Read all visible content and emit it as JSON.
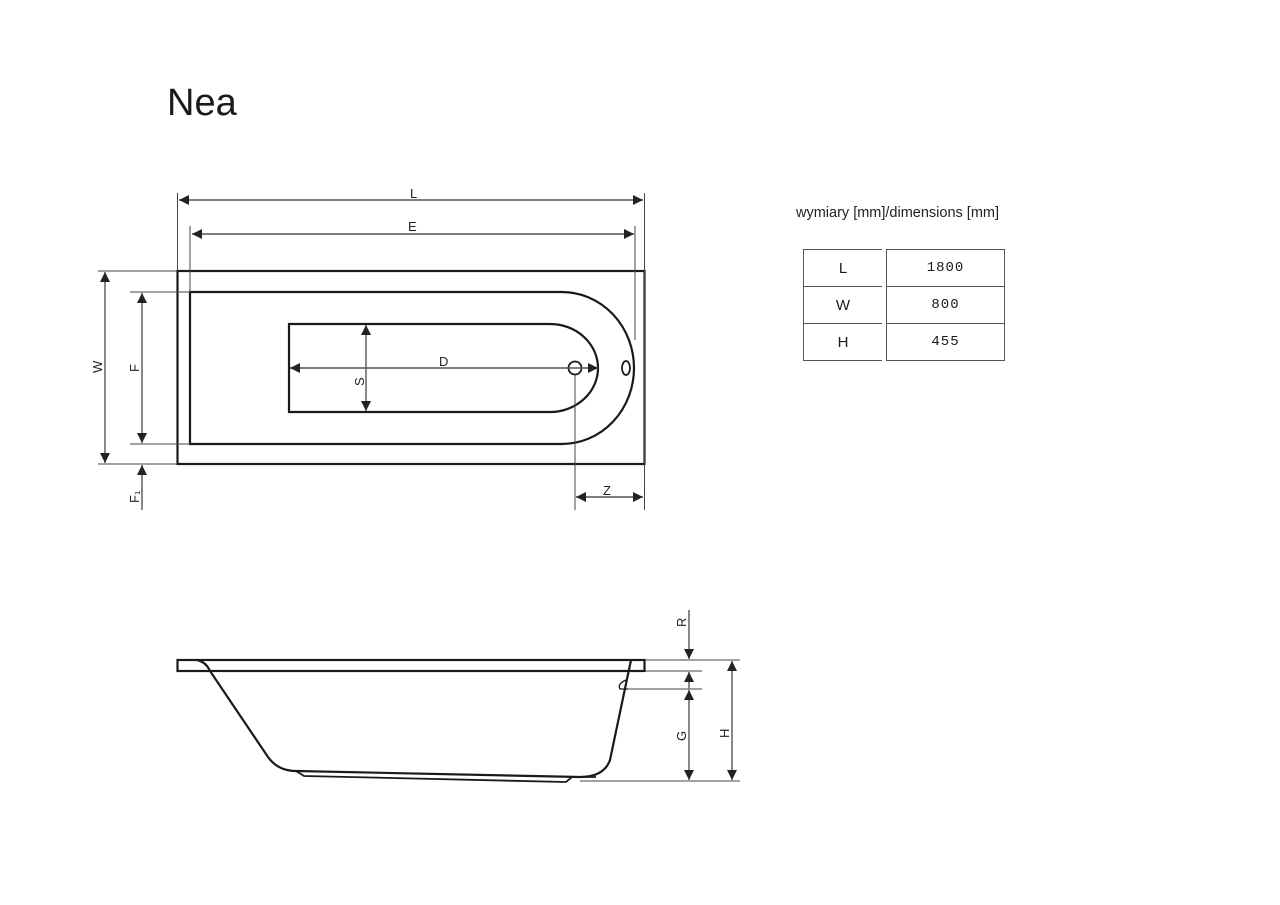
{
  "title": "Nea",
  "dimensions": {
    "caption": "wymiary [mm]/dimensions [mm]",
    "rows": [
      {
        "key": "L",
        "value": "1800"
      },
      {
        "key": "W",
        "value": "800"
      },
      {
        "key": "H",
        "value": "455"
      }
    ]
  },
  "top_view": {
    "labels": {
      "L": "L",
      "E": "E",
      "W": "W",
      "F": "F",
      "F1": "F₁",
      "D": "D",
      "S": "S",
      "Z": "Z"
    }
  },
  "side_view": {
    "labels": {
      "R": "R",
      "G": "G",
      "H": "H"
    }
  }
}
